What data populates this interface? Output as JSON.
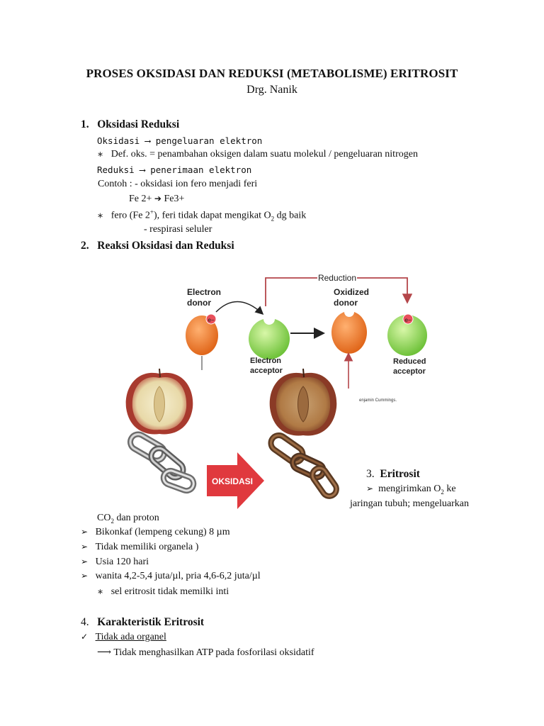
{
  "header": {
    "title": "PROSES OKSIDASI DAN REDUKSI (METABOLISME) ERITROSIT",
    "author": "Drg. Nanik"
  },
  "section1": {
    "number": "1.",
    "heading": "Oksidasi Reduksi",
    "line1": "Oksidasi ⟶ pengeluaran elektron",
    "bullet1": "Def. oks. = penambahan oksigen dalam  suatu molekul / pengeluaran nitrogen",
    "line2": "Reduksi ⟶  penerimaan  elektron",
    "contoh": "Contoh : - oksidasi ion fero  menjadi feri",
    "fe_left": "Fe 2+",
    "fe_right": "Fe3+",
    "bullet2_a": "fero (Fe 2",
    "bullet2_sup": "+",
    "bullet2_b": "), feri tidak dapat mengikat O",
    "bullet2_sub": "2",
    "bullet2_c": " dg baik",
    "respirasi": "- respirasi seluler"
  },
  "section2": {
    "number": "2.",
    "heading": "Reaksi Oksidasi dan Reduksi"
  },
  "diagram": {
    "reduction": "Reduction",
    "electron_donor_1": "Electron",
    "electron_donor_2": "donor",
    "oxidized_donor_1": "Oxidized",
    "oxidized_donor_2": "donor",
    "electron_acceptor_1": "Electron",
    "electron_acceptor_2": "acceptor",
    "reduced_acceptor_1": "Reduced",
    "reduced_acceptor_2": "acceptor",
    "electron_symbol": "e−",
    "credit": "enjamin Cummings.",
    "oksidasi_label": "OKSIDASI",
    "colors": {
      "donor": "#f07b2a",
      "acceptor": "#8fd14f",
      "electron": "#e8505b",
      "arrow": "#b4464a",
      "oksidasi_arrow": "#e0393e"
    }
  },
  "section3": {
    "number": "3.",
    "heading": "Eritrosit",
    "line1_a": "mengirimkan O",
    "line1_sub": "2",
    "line1_b": " ke",
    "line2": "jaringan tubuh; mengeluarkan",
    "line3_a": "CO",
    "line3_sub": "2",
    "line3_b": "  dan proton",
    "bullets": [
      "Bikonkaf (lempeng cekung)  8 µm",
      "Tidak memiliki organela )",
      "Usia 120 hari",
      "wanita 4,2-5,4 juta/µl, pria 4,6-6,2 juta/µl"
    ],
    "note": "sel eritrosit tidak memilki inti"
  },
  "section4": {
    "number": "4.",
    "heading": "Karakteristik Eritrosit",
    "check": "Tidak ada organel",
    "arrow_line": "⟶  Tidak menghasilkan ATP pada fosforilasi oksidatif"
  }
}
